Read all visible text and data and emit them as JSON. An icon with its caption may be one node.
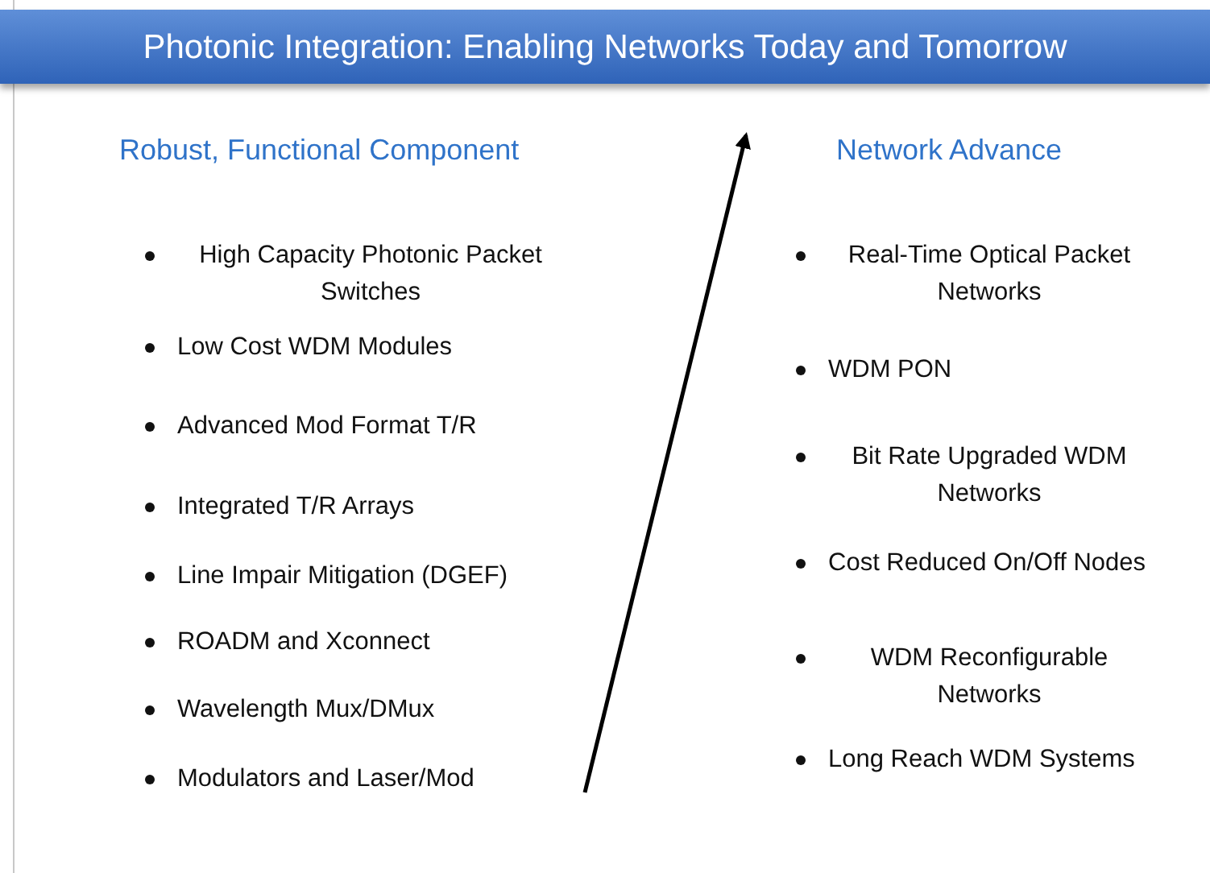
{
  "diagram": {
    "title": "Photonic Integration: Enabling Networks Today and Tomorrow",
    "labels": [
      "Robust, Functional Component",
      "High Capacity Photonic Packet Switches",
      "Low Cost WDM Modules",
      "Advanced Mod Format T/R",
      "Integrated T/R Arrays",
      "Line Impair Mitigation (DGEF)",
      "ROADM and Xconnect",
      "Wavelength Mux/DMux",
      "Modulators and Laser/Mod",
      "Network Advance",
      "Real-Time Optical Packet Networks",
      "WDM PON",
      "Bit Rate Upgraded WDM Networks",
      "Cost Reduced On/Off Nodes",
      "WDM Reconfigurable Networks",
      "Long Reach WDM Systems"
    ]
  }
}
